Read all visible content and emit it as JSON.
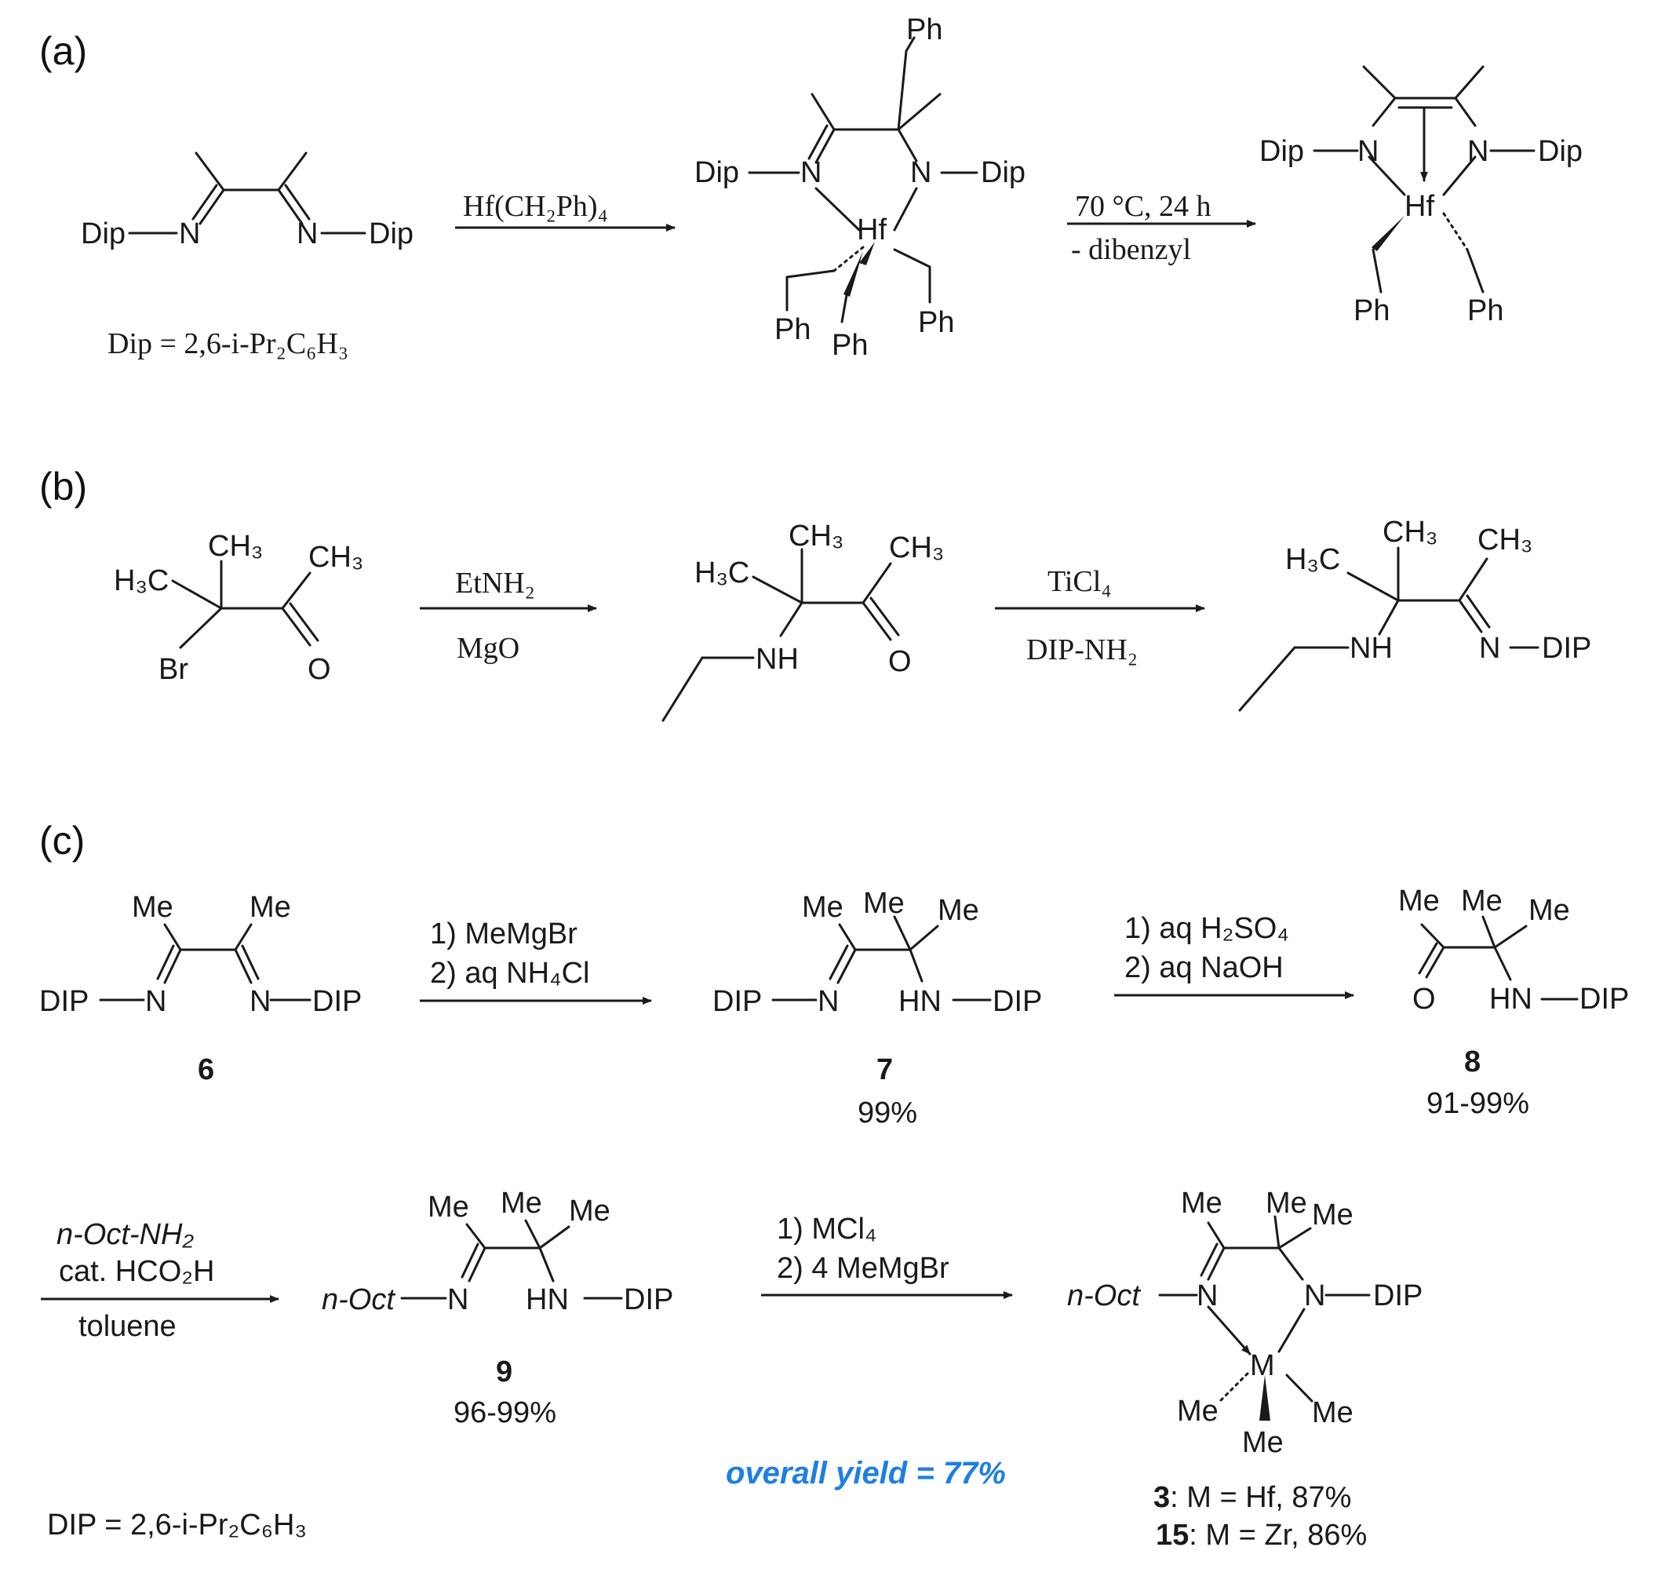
{
  "panels": {
    "a": "(a)",
    "b": "(b)",
    "c": "(c)"
  },
  "atoms": {
    "Dip": "Dip",
    "DIP": "DIP",
    "N": "N",
    "Hf": "Hf",
    "Ph": "Ph",
    "M": "M",
    "Me": "Me",
    "NH": "NH",
    "HN": "HN",
    "O": "O",
    "Br": "Br",
    "CH3": "CH₃",
    "H3C": "H₃C",
    "nOct": "n-Oct"
  },
  "panel_a": {
    "dip_def": "Dip = 2,6-i-Pr₂C₆H₃",
    "reagent1": "Hf(CH₂Ph)₄",
    "cond_top": "70 °C, 24 h",
    "cond_bottom": "- dibenzyl"
  },
  "panel_b": {
    "reagent1_top": "EtNH₂",
    "reagent1_bottom": "MgO",
    "reagent2_top": "TiCl₄",
    "reagent2_bottom": "DIP-NH₂"
  },
  "panel_c": {
    "step1_line1": "1) MeMgBr",
    "step1_line2": "2) aq NH₄Cl",
    "step2_line1": "1) aq H₂SO₄",
    "step2_line2": "2) aq NaOH",
    "step3_line1": "n-Oct-NH₂",
    "step3_line2": "cat. HCO₂H",
    "step3_line3": "toluene",
    "step4_line1": "1) MCl₄",
    "step4_line2": "2) 4 MeMgBr",
    "cmpd6": "6",
    "cmpd7": "7",
    "cmpd7_yield": "99%",
    "cmpd8": "8",
    "cmpd8_yield": "91-99%",
    "cmpd9": "9",
    "cmpd9_yield": "96-99%",
    "overall_yield": "overall yield = 77%",
    "result1_id": "3",
    "result1_text": ": M = Hf, 87%",
    "result2_id": "15",
    "result2_text": ": M = Zr, 86%",
    "dip_def": "DIP = 2,6-i-Pr₂C₆H₃"
  },
  "colors": {
    "text": "#1a1a1a",
    "highlight": "#1e7fe0",
    "background": "#ffffff"
  }
}
